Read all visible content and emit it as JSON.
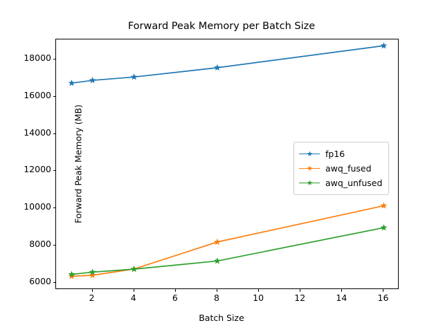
{
  "chart_data": {
    "type": "line",
    "title": "Forward Peak Memory per Batch Size",
    "xlabel": "Batch Size",
    "ylabel": "Forward Peak Memory (MB)",
    "x": [
      1,
      2,
      4,
      8,
      16
    ],
    "xlim": [
      0.25,
      16.75
    ],
    "ylim": [
      5620,
      19080
    ],
    "xticks": [
      2,
      4,
      6,
      8,
      10,
      12,
      14,
      16
    ],
    "xtick_labels": [
      "2",
      "4",
      "6",
      "8",
      "10",
      "12",
      "14",
      "16"
    ],
    "yticks": [
      6000,
      8000,
      10000,
      12000,
      14000,
      16000,
      18000
    ],
    "ytick_labels": [
      "6000",
      "8000",
      "10000",
      "12000",
      "14000",
      "16000",
      "18000"
    ],
    "grid": false,
    "marker": "star",
    "legend_position": "center right",
    "series": [
      {
        "name": "fp16",
        "color": "#1f77b4",
        "values": [
          16730,
          16880,
          17060,
          17560,
          18740
        ]
      },
      {
        "name": "awq_fused",
        "color": "#ff7f0e",
        "values": [
          6350,
          6400,
          6740,
          8190,
          10140
        ]
      },
      {
        "name": "awq_unfused",
        "color": "#2ca02c",
        "values": [
          6450,
          6570,
          6730,
          7170,
          8960
        ]
      }
    ]
  }
}
